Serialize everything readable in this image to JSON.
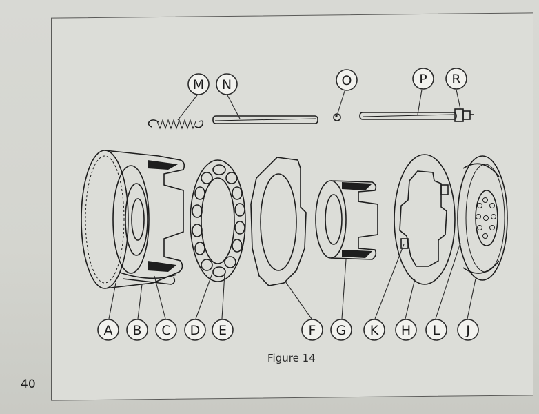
{
  "callouts": {
    "M": "M",
    "N": "N",
    "O": "O",
    "P": "P",
    "R": "R",
    "A": "A",
    "B": "B",
    "C": "C",
    "D": "D",
    "E": "E",
    "F": "F",
    "G": "G",
    "K": "K",
    "H": "H",
    "L": "L",
    "J": "J"
  },
  "figure_caption": "Figure 14",
  "page_number": "40",
  "colors": {
    "paper": "#d6d7d2",
    "ink": "#1e1e1e"
  }
}
